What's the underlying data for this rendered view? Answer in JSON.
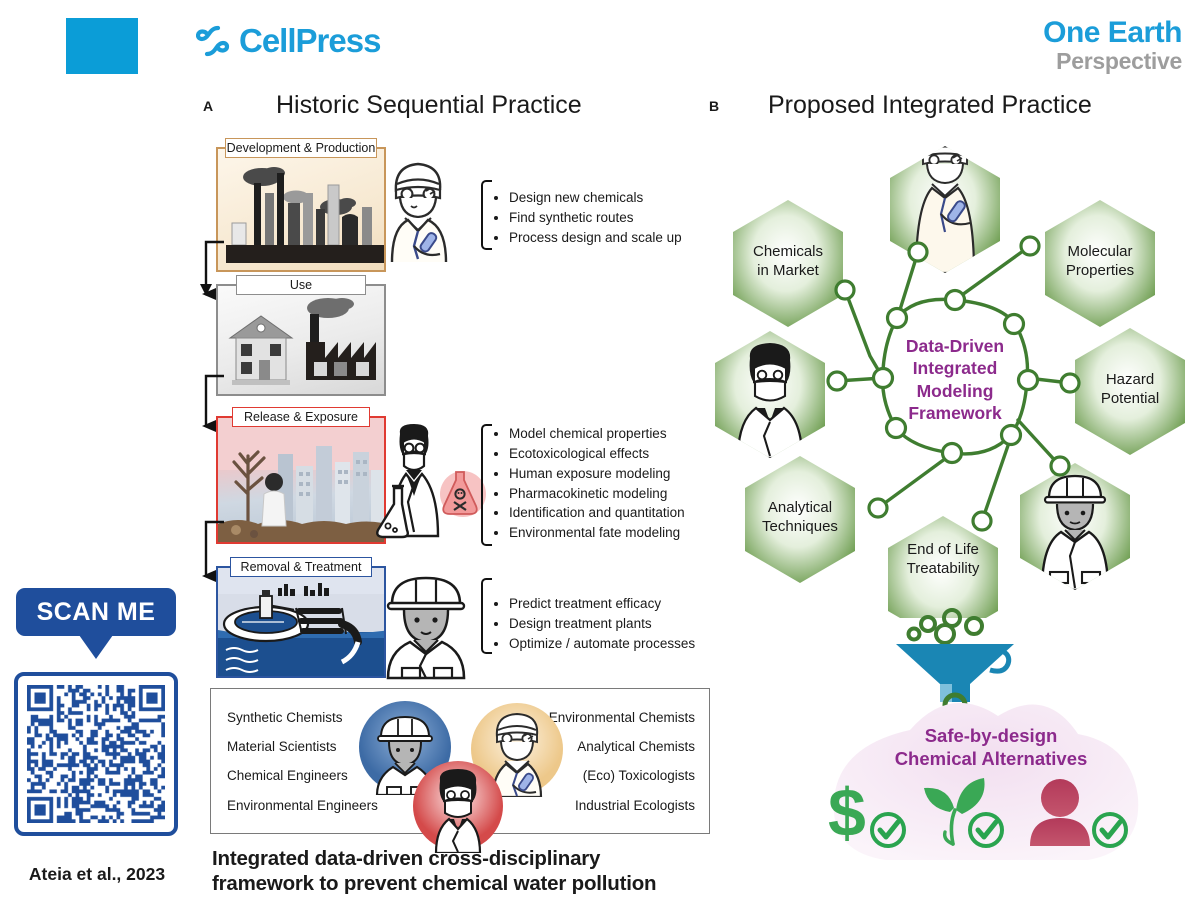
{
  "branding": {
    "publisher": "CellPress",
    "journal_title": "One Earth",
    "journal_subtitle": "Perspective",
    "brand_blue": "#1b9dd9",
    "brand_gray": "#9d9d9d"
  },
  "panel_a": {
    "letter": "A",
    "title": "Historic Sequential Practice",
    "stages": [
      {
        "label": "Development & Production",
        "accent": "#c8965a",
        "bullets": [
          "Design new chemicals",
          "Find synthetic routes",
          "Process design and scale up"
        ]
      },
      {
        "label": "Use",
        "accent": "#8d8d8d",
        "bullets": []
      },
      {
        "label": "Release & Exposure",
        "accent": "#e03a32",
        "bullets": [
          "Model chemical properties",
          "Ecotoxicological effects",
          "Human exposure modeling",
          "Pharmacokinetic modeling",
          "Identification and quantitation",
          "Environmental fate modeling"
        ]
      },
      {
        "label": "Removal & Treatment",
        "accent": "#2c55a0",
        "bullets": [
          "Predict treatment efficacy",
          "Design treatment plants",
          "Optimize / automate processes"
        ]
      }
    ],
    "disciplines_left": [
      "Synthetic Chemists",
      "Material Scientists",
      "Chemical Engineers",
      "Environmental Engineers"
    ],
    "disciplines_right": [
      "Environmental Chemists",
      "Analytical Chemists",
      "(Eco) Toxicologists",
      "Industrial Ecologists"
    ]
  },
  "panel_b": {
    "letter": "B",
    "title": "Proposed Integrated Practice",
    "core_text": "Data-Driven\nIntegrated\nModeling\nFramework",
    "core_color": "#8c2a8c",
    "network_color": "#3f7d30",
    "hexagons": [
      {
        "label": "Chemicals\nin Market",
        "type": "text"
      },
      {
        "label": "",
        "type": "icon",
        "icon": "chemist-goggles-icon"
      },
      {
        "label": "Molecular\nProperties",
        "type": "text"
      },
      {
        "label": "",
        "type": "icon",
        "icon": "female-scientist-icon"
      },
      {
        "label": "Hazard\nPotential",
        "type": "text"
      },
      {
        "label": "Analytical\nTechniques",
        "type": "text"
      },
      {
        "label": "End of Life\nTreatability",
        "type": "text"
      },
      {
        "label": "",
        "type": "icon",
        "icon": "engineer-hardhat-icon"
      }
    ],
    "funnel": {
      "color": "#1a86b4",
      "particle_color": "#3f7d30"
    },
    "outcome_text": "Safe-by-design\nChemical Alternatives",
    "outcome_icons": [
      "dollar-sign-icon",
      "plant-sprout-icon",
      "person-icon"
    ],
    "check_color": "#2aa44f"
  },
  "caption": "Integrated data-driven cross-disciplinary\nframework to prevent chemical water pollution",
  "qr": {
    "scan_label": "SCAN ME",
    "credit": "Ateia et al., 2023",
    "color": "#1f4e9c"
  }
}
